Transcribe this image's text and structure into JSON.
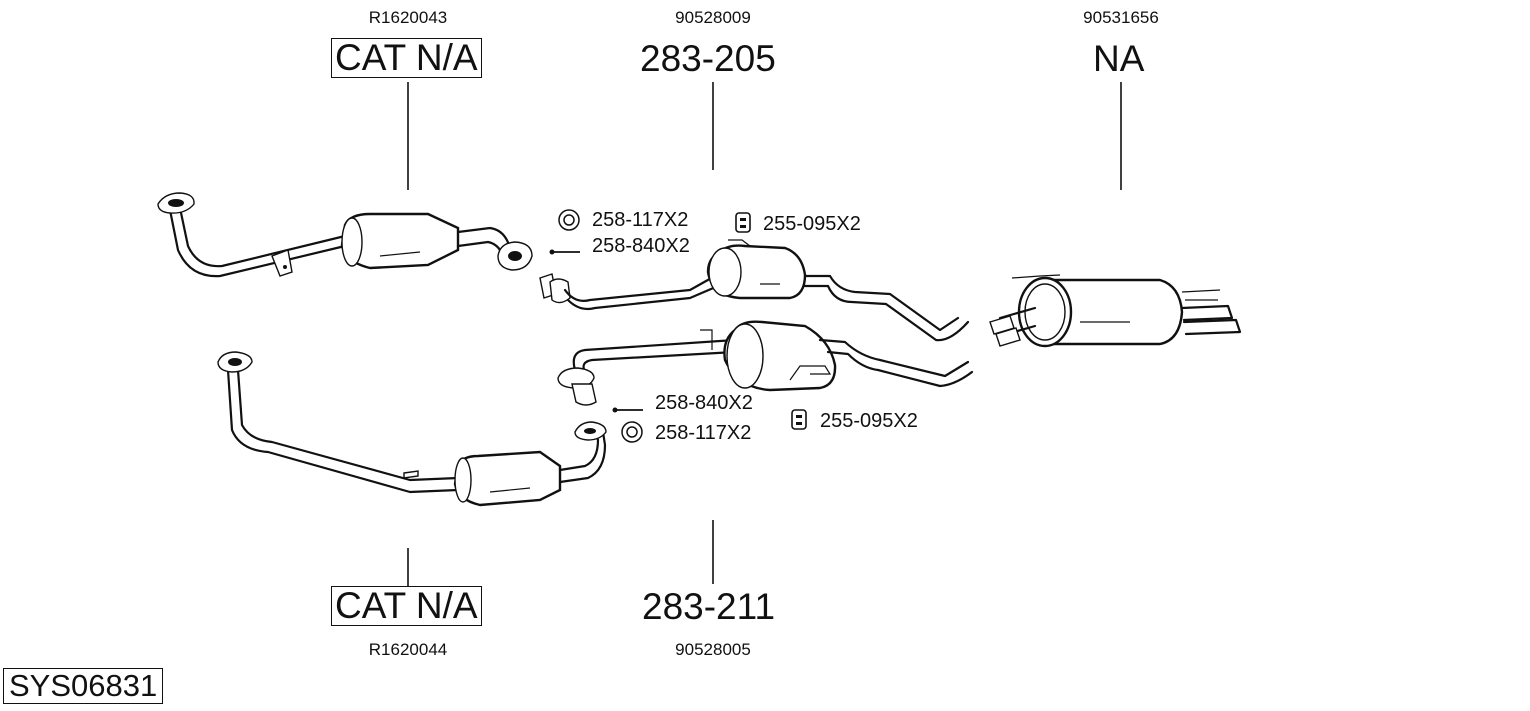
{
  "diagram": {
    "system_id": "SYS06831",
    "components": [
      {
        "id": "cat-front",
        "ref_number": "R1620043",
        "label": "CAT N/A",
        "boxed": true
      },
      {
        "id": "center-muffler-upper",
        "ref_number": "90528009",
        "label": "283-205",
        "boxed": false
      },
      {
        "id": "rear-muffler",
        "ref_number": "90531656",
        "label": "NA",
        "boxed": false
      },
      {
        "id": "cat-lower",
        "ref_number": "R1620044",
        "label": "CAT N/A",
        "boxed": true
      },
      {
        "id": "center-muffler-lower",
        "ref_number": "90528005",
        "label": "283-211",
        "boxed": false
      }
    ],
    "fittings": {
      "upper": [
        {
          "icon": "gasket-ring-icon",
          "label": "258-117X2"
        },
        {
          "icon": "bolt-icon",
          "label": "258-840X2"
        },
        {
          "icon": "rubber-hanger-icon",
          "label": "255-095X2"
        }
      ],
      "lower": [
        {
          "icon": "bolt-icon",
          "label": "258-840X2"
        },
        {
          "icon": "gasket-ring-icon",
          "label": "258-117X2"
        },
        {
          "icon": "rubber-hanger-icon",
          "label": "255-095X2"
        }
      ]
    }
  }
}
